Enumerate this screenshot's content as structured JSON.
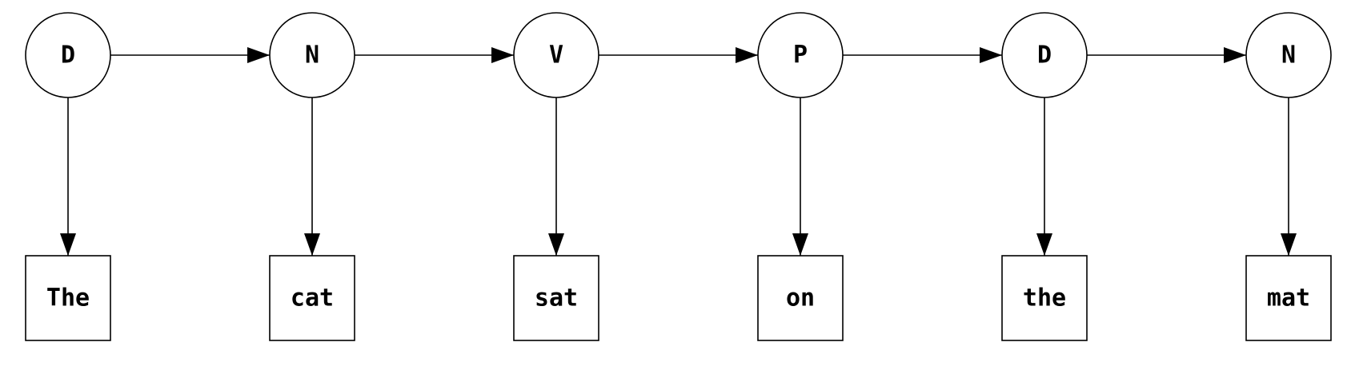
{
  "diagram": {
    "colors": {
      "stroke": "#000000",
      "fill": "#ffffff",
      "text": "#000000"
    },
    "tags": [
      "D",
      "N",
      "V",
      "P",
      "D",
      "N"
    ],
    "words": [
      "The",
      "cat",
      "sat",
      "on",
      "the",
      "mat"
    ]
  }
}
